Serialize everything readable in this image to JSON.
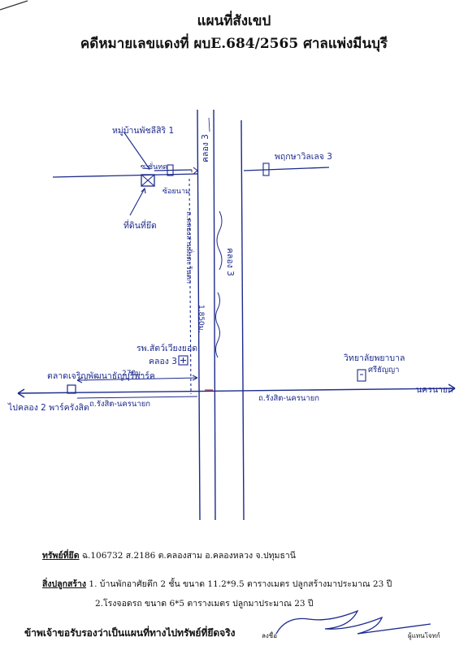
{
  "header": {
    "title": "แผนที่สังเขป",
    "case_line": "คดีหมายเลขแดงที่ ผบE.684/2565 ศาลแพ่งมีนบุรี"
  },
  "map": {
    "village_name": "หมู่บ้านพัชลีสิริ 1",
    "soi_label": "ซ.ชั่นทด",
    "alley_label": "ซ้อยนาม",
    "property_label": "ที่ดินที่ยึด",
    "canal_3_top": "คลอง 3",
    "canal_3_middle": "คลอง 3",
    "canal_road_label": "ถ.คลองสามฝั่งตะวันตก",
    "distance_1": "1,850ม.",
    "village_label_right": "พฤกษาวิลเลจ 3",
    "hospital_label": "รพ.สัตว์เวียงยอด",
    "hospital_sub": "คลอง 3",
    "college_label": "วิทยาลัยพยาบาล",
    "college_sub": "ศรีธัญญา",
    "market_label": "ตลาดเจริญพัฒนาธัญบุรีพาร์ค",
    "distance_2": "270ม.",
    "road_left_label": "ถ.รังสิต-นครนายก",
    "road_right_label": "ถ.รังสิต-นครนายก",
    "left_dest": "ไปคลอง 2 พาร์ครังสิต",
    "right_dest": "นครนายก"
  },
  "footer": {
    "asset_label": "ทรัพย์ที่ยึด",
    "asset_text": "ฉ.106732  ส.2186  ต.คลองสาม  อ.คลองหลวง  จ.ปทุมธานี",
    "building_label": "สิ่งปลูกสร้าง",
    "building_1": "1. บ้านพักอาศัยตึก 2 ชั้น ขนาด 11.2*9.5 ตารางเมตร ปลูกสร้างมาประมาณ 23 ปี",
    "building_2": "2.โรงจอดรถ ขนาด 6*5 ตารางเมตร ปลูกมาประมาณ 23 ปี",
    "certify_text": "ข้าพเจ้าขอรับรองว่าเป็นแผนที่ทางไปทรัพย์ที่ยึดจริง",
    "sign_prefix": "ลงชื่อ",
    "sign_role": "ผู้แทนโจทก์"
  },
  "colors": {
    "ink": "#1c2a8c",
    "typed": "#111111"
  }
}
